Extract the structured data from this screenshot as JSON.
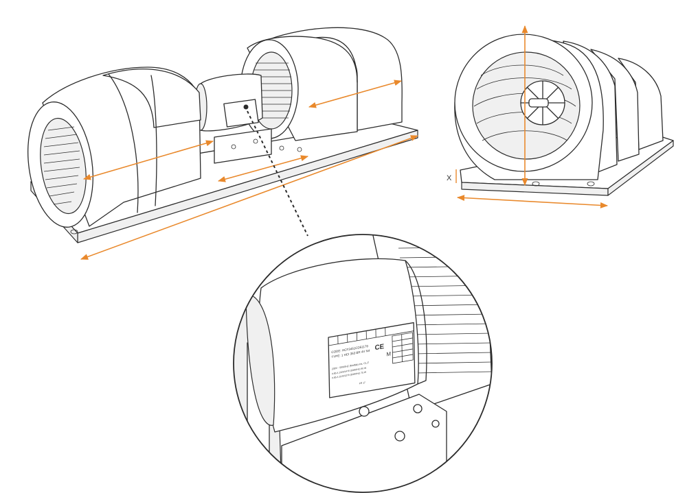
{
  "colors": {
    "dimension_arrow": "#e9892c",
    "line_art": "#2b2b2b",
    "background": "#ffffff"
  },
  "dimension_labels": {
    "height_offset": "X"
  },
  "motor_label": {
    "code_line": "CODE: HCF3451CD51176",
    "type_line": "TYPE: 1 HCI 353 BR 4V N4",
    "ce_mark": "CE",
    "motor_mark": "M",
    "maker_line": "230V - 50/60HZ (Mulfab) Ins. CL.F",
    "spec_line_1": "0.85 A 1320/1470 (50/60Hz) 90 W",
    "spec_line_2": "0.85 A 1120/1270 (50/60Hz) 75 W",
    "footer": "FR 17"
  },
  "icons": [
    "motor-icon",
    "blower-wheel-icon",
    "ce-mark-icon"
  ]
}
